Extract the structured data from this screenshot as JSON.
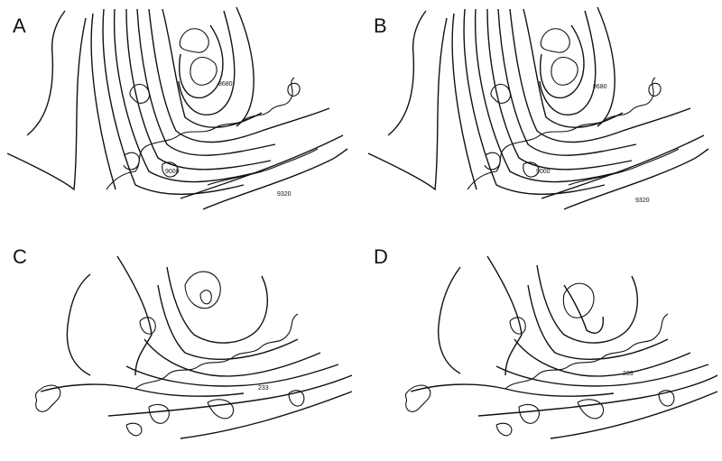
{
  "panels": [
    {
      "label": "A",
      "values": [
        "8680",
        "9000",
        "9320"
      ]
    },
    {
      "label": "B",
      "values": [
        "8680",
        "9000",
        "9320"
      ]
    },
    {
      "label": "C",
      "values": [
        "233"
      ]
    },
    {
      "label": "D",
      "values": [
        "233"
      ]
    }
  ]
}
